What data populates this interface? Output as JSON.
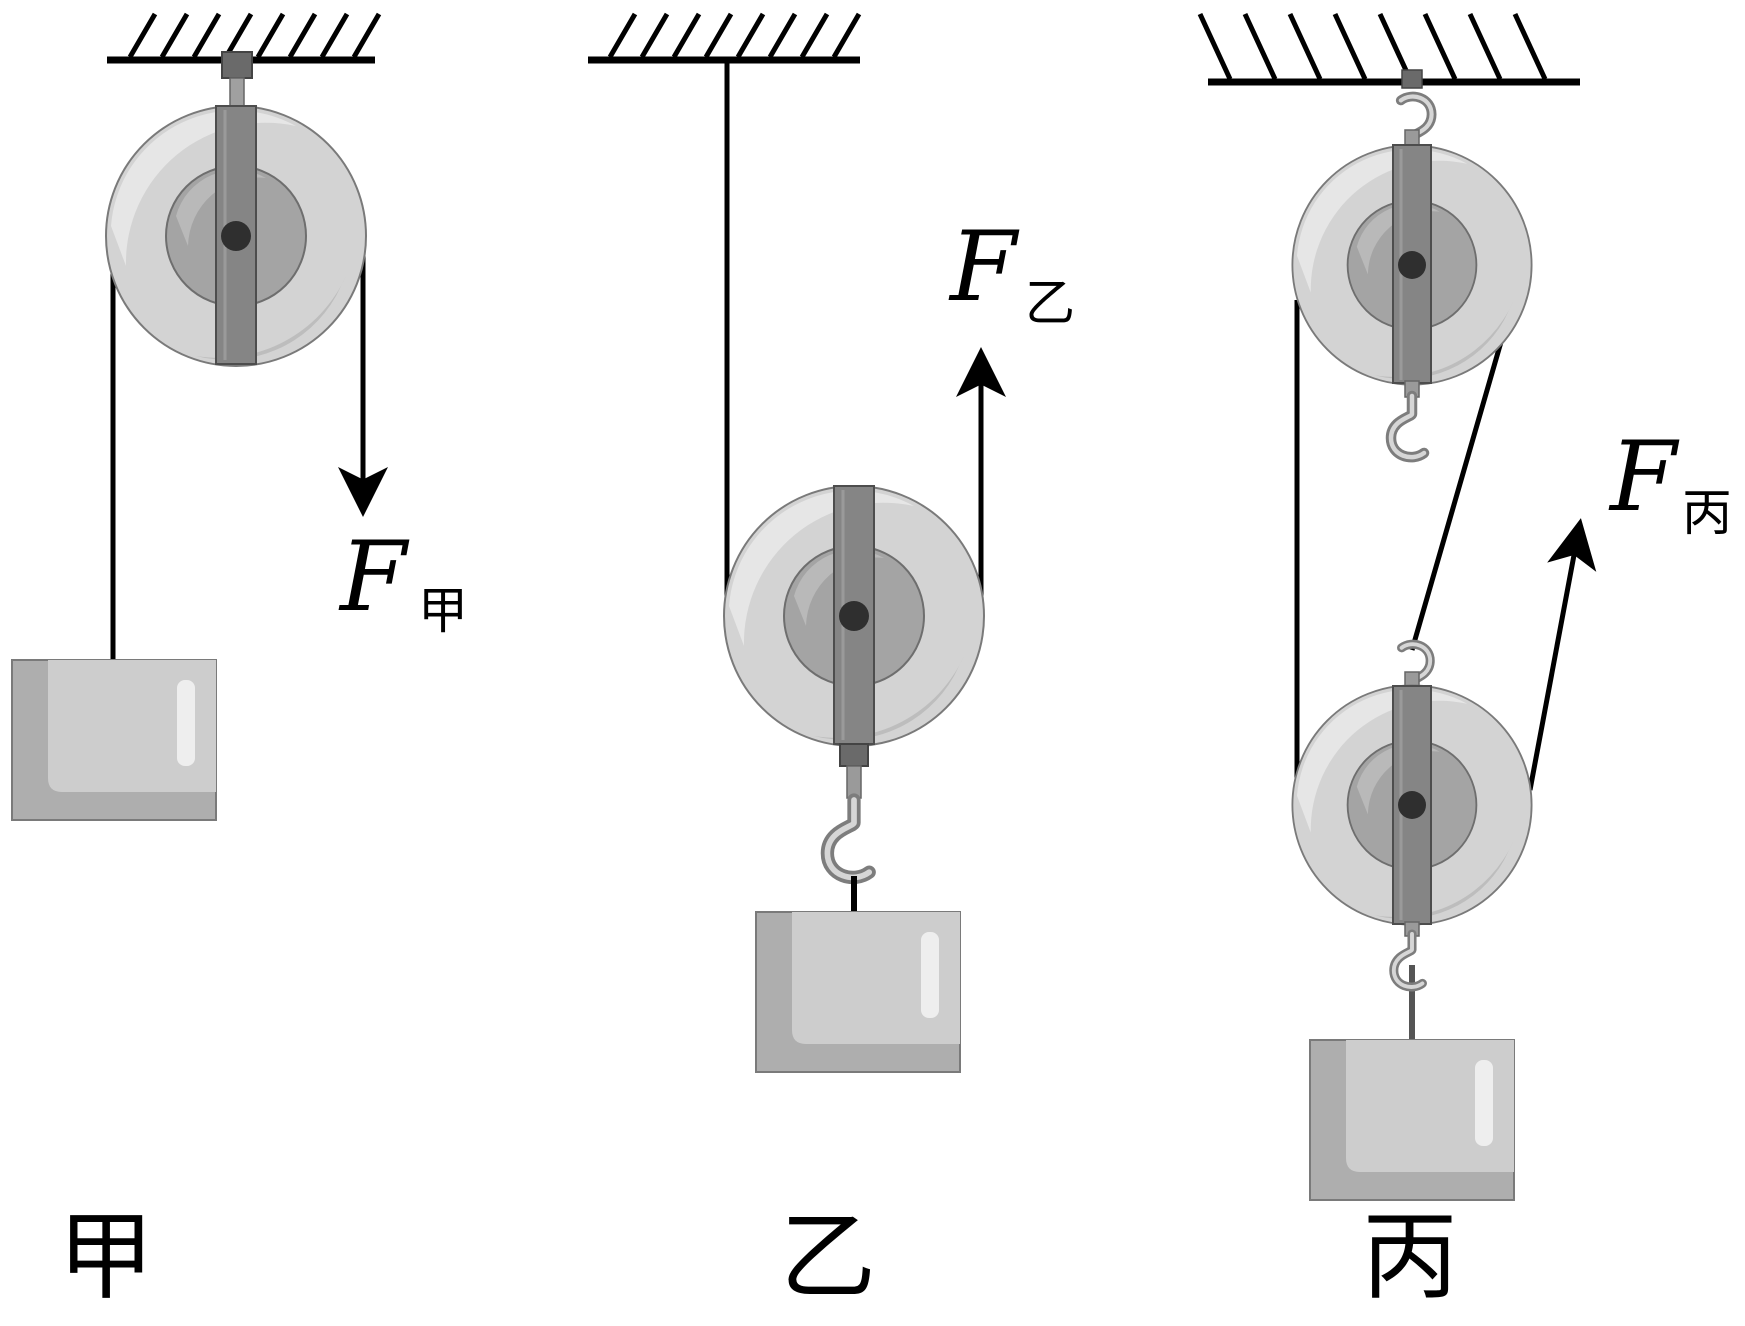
{
  "diagram": {
    "panels": [
      {
        "key": "jia",
        "caption": "甲",
        "force_symbol": "F",
        "force_subscript": "甲"
      },
      {
        "key": "yi",
        "caption": "乙",
        "force_symbol": "F",
        "force_subscript": "乙"
      },
      {
        "key": "bing",
        "caption": "丙",
        "force_symbol": "F",
        "force_subscript": "丙"
      }
    ]
  }
}
